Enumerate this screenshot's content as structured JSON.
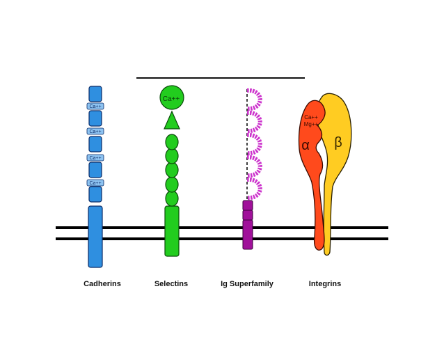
{
  "molecules": [
    {
      "name": "Cadherins",
      "color": "#2f8fe0"
    },
    {
      "name": "Selectins",
      "color": "#22cc1e"
    },
    {
      "name": "Ig Superfamily",
      "color": "#cc33cc"
    },
    {
      "name": "Integrins",
      "alpha_color": "#ff4a1c",
      "beta_color": "#ffcc22"
    }
  ],
  "cadherin_ion": "Ca++",
  "selectin_ion": "Ca++",
  "integrin_ions": [
    "Ca++",
    "Mg++"
  ],
  "integrin_subunits": {
    "alpha": "α",
    "beta": "β"
  },
  "membrane_color": "#000000"
}
